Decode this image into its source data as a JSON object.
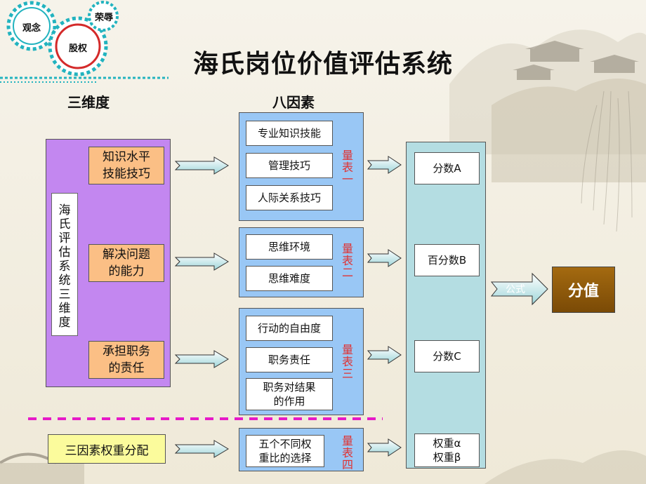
{
  "title": "海氏岗位价值评估系统",
  "gears": [
    "观念",
    "股权",
    "荣辱"
  ],
  "dimensions": {
    "header": "三维度",
    "vertical_label": "海氏评估系统三维度",
    "items": [
      "知识水平技能技巧",
      "解决问题的能力",
      "承担职务的责任"
    ],
    "items_line1": [
      "知识水平",
      "解决问题",
      "承担职务"
    ],
    "items_line2": [
      "技能技巧",
      "的能力",
      "的责任"
    ]
  },
  "factors": {
    "header": "八因素",
    "groups": [
      {
        "items": [
          "专业知识技能",
          "管理技巧",
          "人际关系技巧"
        ],
        "table": "量表一"
      },
      {
        "items": [
          "思维环境",
          "思维难度"
        ],
        "table": "量表二"
      },
      {
        "items": [
          "行动的自由度",
          "职务责任",
          "职务对结果的作用"
        ],
        "table": "量表三"
      }
    ],
    "g3_item3_line1": "职务对结果",
    "g3_item3_line2": "的作用",
    "weight_group": {
      "line1": "五个不同权",
      "line2": "重比的选择",
      "table": "量表四"
    }
  },
  "weights_label": "三因素权重分配",
  "scores": [
    "分数A",
    "百分数B",
    "分数C"
  ],
  "weight_symbols": [
    "权重α",
    "权重β"
  ],
  "formula_label": "公式",
  "result_label": "分值",
  "colors": {
    "purple": "#c387f0",
    "orange": "#fbbf85",
    "blue": "#99c7f5",
    "teal": "#b4dde2",
    "yellow": "#fbfb9c",
    "result": "#8f5a0c",
    "table_label": "#e03232",
    "divider": "#e619c8",
    "gear": "#22b3bf",
    "gear_center_ring": "#d42a2a"
  }
}
